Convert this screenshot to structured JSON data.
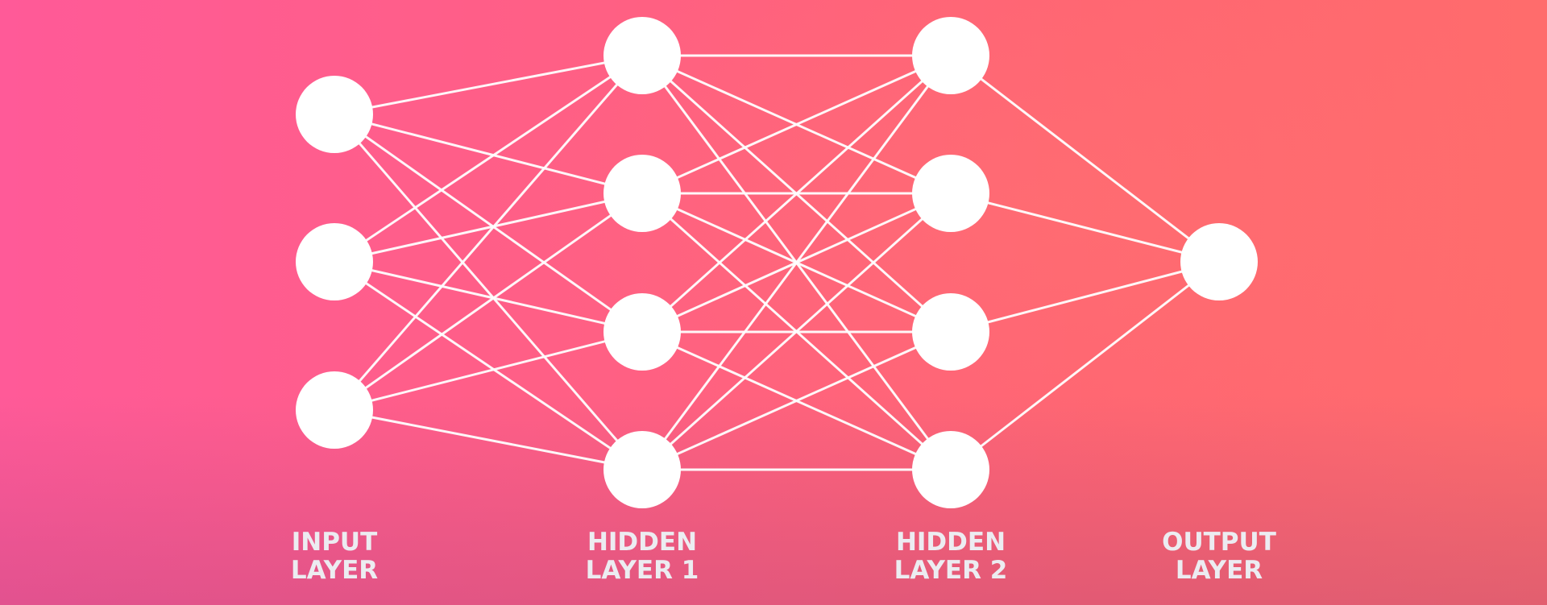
{
  "labels": {
    "input": "INPUT\nLAYER",
    "hidden1": "HIDDEN\nLAYER 1",
    "hidden2": "HIDDEN\nLAYER 2",
    "output": "OUTPUT\nLAYER"
  },
  "network": {
    "layer_sizes": [
      3,
      4,
      4,
      1
    ],
    "node_color": "#ffffff",
    "edge_color": "#ffffff"
  }
}
